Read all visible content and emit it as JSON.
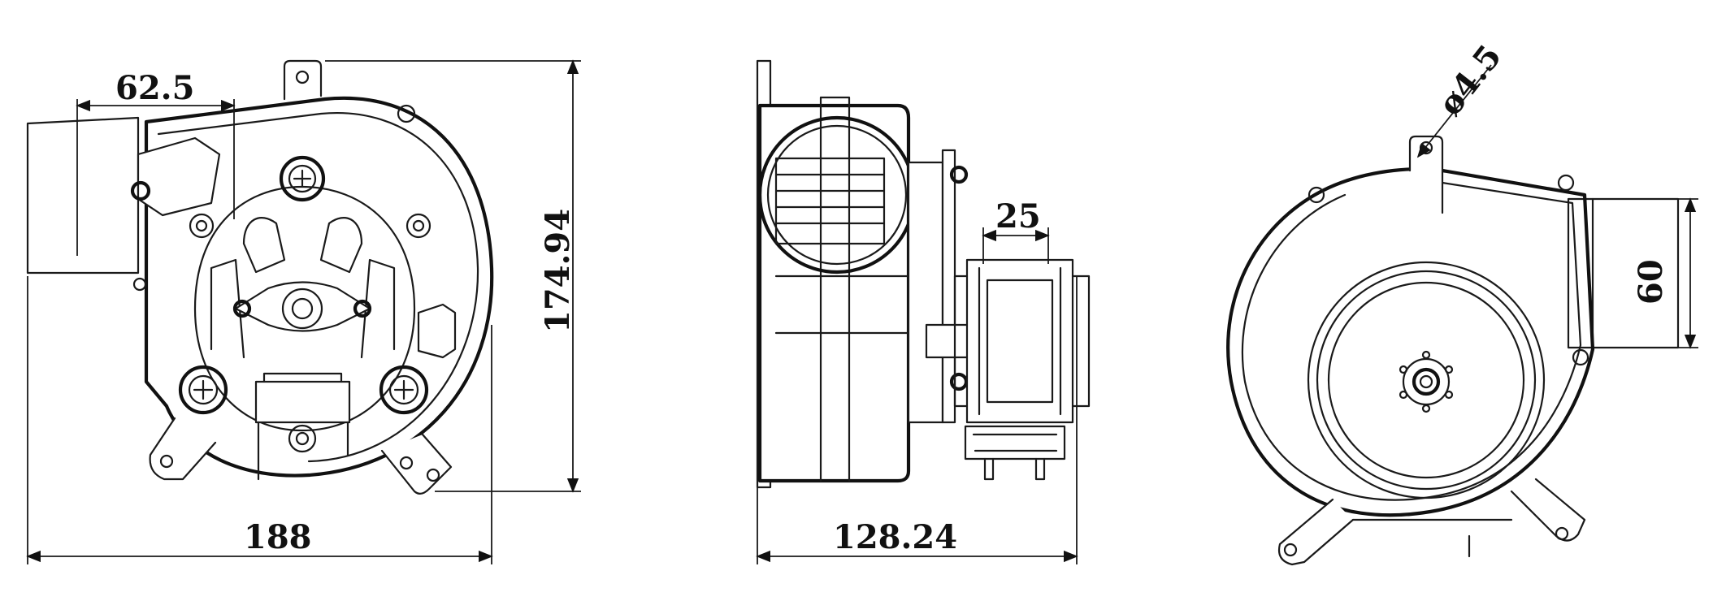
{
  "views": {
    "front": {
      "dims": {
        "inlet_offset": "62.5",
        "height": "174.94",
        "width": "188"
      }
    },
    "side": {
      "dims": {
        "depth": "128.24",
        "motor_width": "25"
      }
    },
    "back": {
      "dims": {
        "hole_diameter": "ø4.5",
        "outlet_height": "60"
      }
    }
  },
  "colors": {
    "line": "#1a1a1a",
    "background": "#ffffff"
  }
}
